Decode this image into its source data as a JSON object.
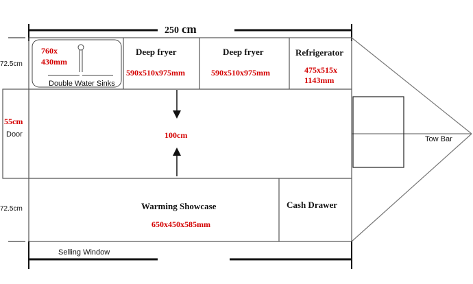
{
  "dimensions": {
    "total_width": "250",
    "total_width_unit": "cm",
    "top_depth": "72.5cm",
    "door_width": "55cm",
    "aisle_width": "100cm",
    "bottom_depth": "72.5cm"
  },
  "labels": {
    "door": "Door",
    "tow_bar": "Tow Bar",
    "selling_window": "Selling Window"
  },
  "equipment": {
    "sinks": {
      "name": "Double Water Sinks",
      "size_line1": "760x",
      "size_line2": "430mm"
    },
    "fryer1": {
      "name": "Deep fryer",
      "size": "590x510x975mm"
    },
    "fryer2": {
      "name": "Deep fryer",
      "size": "590x510x975mm"
    },
    "fridge": {
      "name": "Refrigerator",
      "size_line1": "475x515x",
      "size_line2": "1143mm"
    },
    "showcase": {
      "name": "Warming Showcase",
      "size": "650x450x585mm"
    },
    "cash_drawer": {
      "name": "Cash Drawer"
    }
  },
  "colors": {
    "line": "#111111",
    "dimension_text": "#d40000",
    "border": "#555555"
  }
}
